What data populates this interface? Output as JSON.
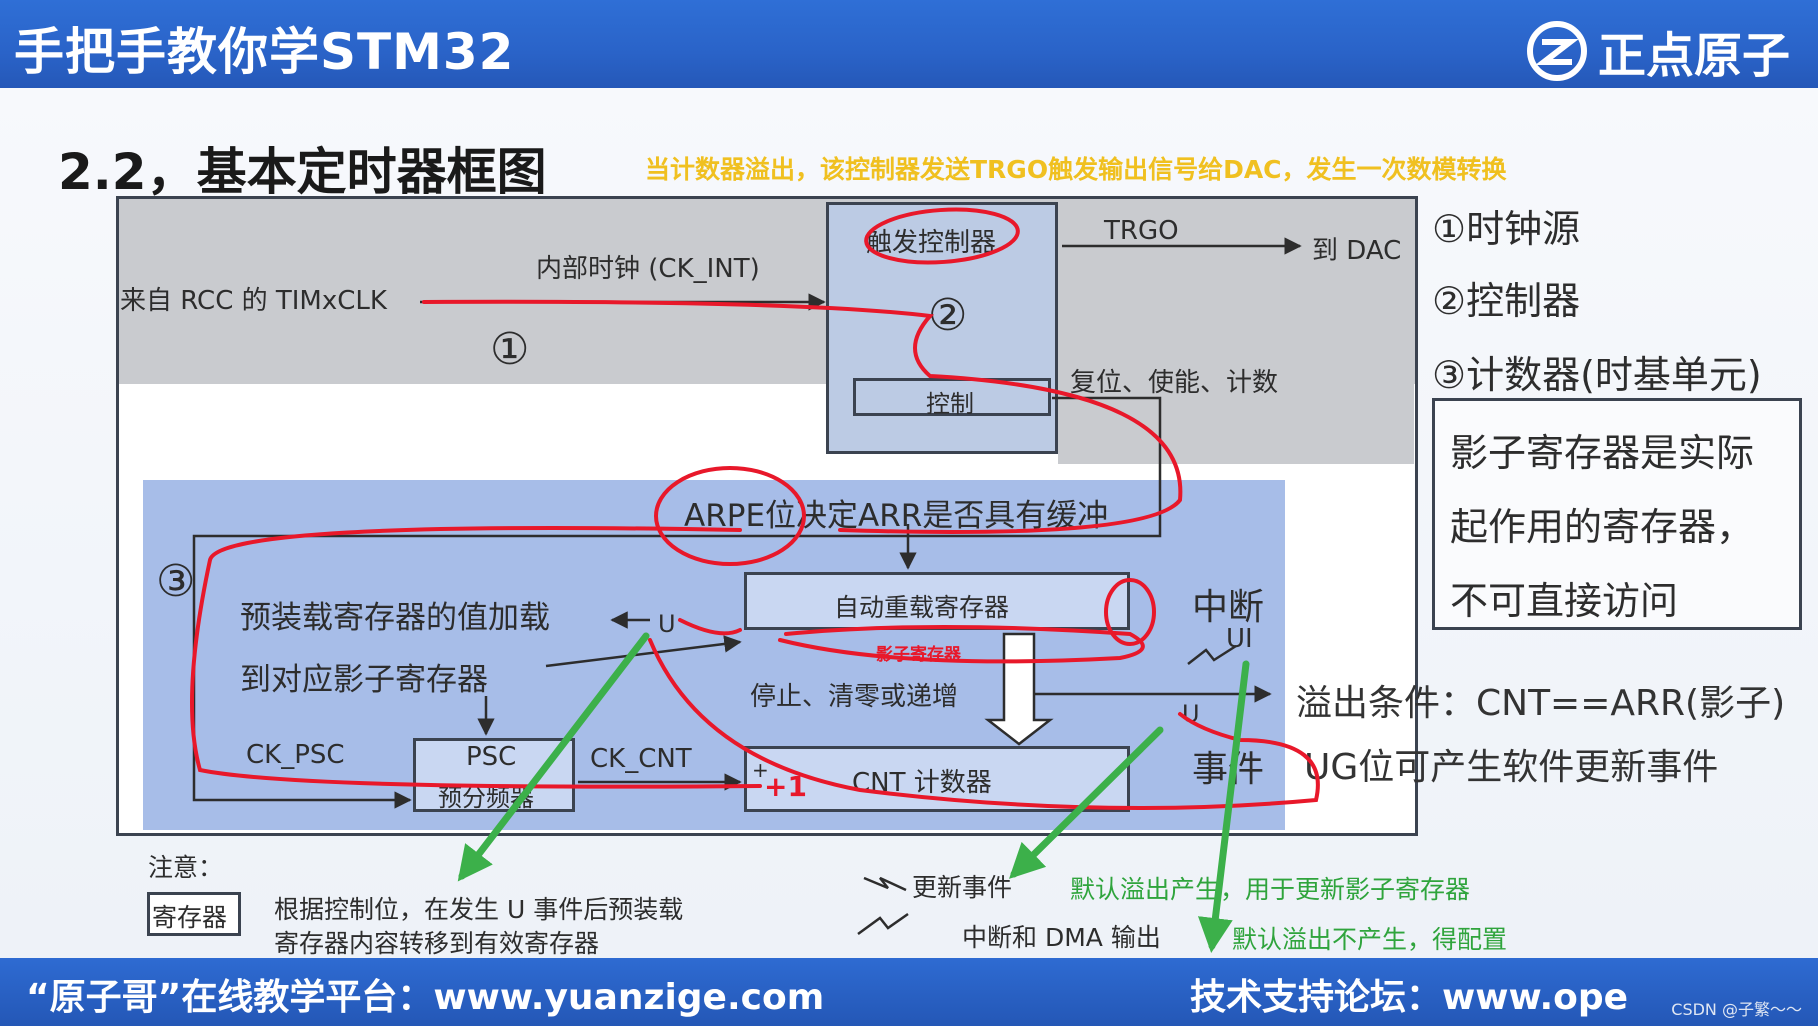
{
  "header": {
    "title": "手把手教你学STM32",
    "brand": "正点原子"
  },
  "section_title": "2.2，基本定时器框图",
  "annotation_top": "当计数器溢出，该控制器发送TRGO触发输出信号给DAC，发生一次数模转换",
  "diagram": {
    "rcc_source": "来自 RCC 的 TIMxCLK",
    "internal_clock": "内部时钟 (CK_INT)",
    "zone1": "①",
    "trigger_ctrl": "触发控制器",
    "zone2": "②",
    "control": "控制",
    "trgo": "TRGO",
    "to_dac": "到 DAC",
    "reset_enable": "复位、使能、计数",
    "arpe_note": "ARPE位决定ARR是否具有缓冲",
    "zone3": "③",
    "auto_reload": "自动重载寄存器",
    "shadow_reg": "影子寄存器",
    "preload_line1": "预装载寄存器的值加载",
    "preload_line2": "到对应影子寄存器",
    "u_left": "U",
    "stop_clear": "停止、清零或递增",
    "ck_psc": "CK_PSC",
    "psc": "PSC",
    "psc_sub": "预分频器",
    "ck_cnt": "CK_CNT",
    "cnt_plus": "+",
    "plus_one": "+1",
    "cnt": "CNT 计数器",
    "interrupt": "中断",
    "ui": "UI",
    "u_right": "U",
    "event": "事件",
    "overflow_condition": "溢出条件：CNT==ARR(影子)",
    "ug_note": "UG位可产生软件更新事件",
    "notes_label": "注意：",
    "legend_reg": "寄存器",
    "legend_desc1": "根据控制位，在发生 U 事件后预装载",
    "legend_desc2": "寄存器内容转移到有效寄存器",
    "update_event": "更新事件",
    "int_dma": "中断和 DMA 输出",
    "default_overflow_yes": "默认溢出产生，用于更新影子寄存器",
    "default_overflow_no": "默认溢出不产生，得配置"
  },
  "legend": {
    "item1": "①时钟源",
    "item2": "②控制器",
    "item3": "③计数器(时基单元)",
    "note_line1": "影子寄存器是实际",
    "note_line2": "起作用的寄存器，",
    "note_line3": "不可直接访问"
  },
  "footer": {
    "left": "“原子哥”在线教学平台：www.yuanzige.com",
    "right": "技术支持论坛：www.ope",
    "watermark": "CSDN @子繁～～"
  },
  "colors": {
    "header_blue": "#2a63c8",
    "annotation_yellow": "#f0c020",
    "marker_red": "#e8182a",
    "marker_green": "#3cb04a"
  }
}
